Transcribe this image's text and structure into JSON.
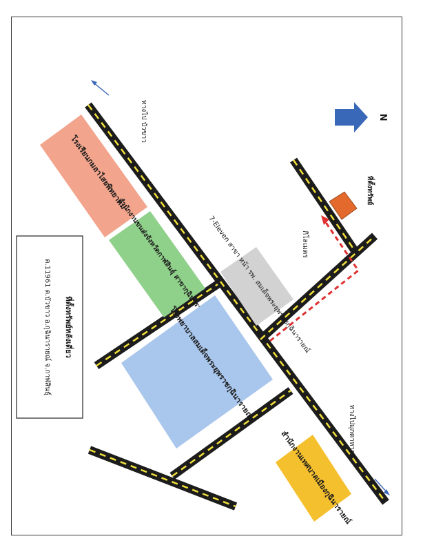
{
  "map": {
    "compass": {
      "label": "N",
      "icon": "north-arrow-icon"
    },
    "legend": {
      "title": "ที่ตั้งทรัพย์หลังเดี่ยว",
      "address": "ต.11961 ต.บัวขาว อ.กุฉินารายณ์ จ.กาฬสินธุ์"
    },
    "places": {
      "school": "โรงเรียนกมลาไสยพิทยาคม",
      "provincial_office": "สำนักงานขนส่งจังหวัดกาฬสินธุ์ สาขากุฉินารายณ์",
      "hospital": "โรงพยาบาลสมเด็จพระยุพราชกุฉินารายณ์",
      "seven_eleven": "7-Eleven สาขา หน้า รพ. สมเด็จพระยุพราชกุฉินารายณ์",
      "municipal_office": "สำนักงานเทศบาลเมืองกุฉินารายณ์",
      "property": "ที่ตั้งทรัพย์"
    },
    "road_labels": {
      "to_buakhao": "ทางไป บัวขาว",
      "to_mukdahan": "ทางไปมุกดาหาร",
      "km_marker": "กิโลเมตร"
    },
    "colors": {
      "road": "#1c1c1c",
      "road_dash": "#f2e03a",
      "school": "#f2a48c",
      "office": "#8fd08a",
      "hospital": "#a9c6ec",
      "seven_eleven": "#d2d2d2",
      "municipal": "#f5c02e",
      "property": "#e36a2c",
      "route": "#e03030",
      "compass": "#3a68b8",
      "direction_arrow": "#3a68b8"
    }
  }
}
